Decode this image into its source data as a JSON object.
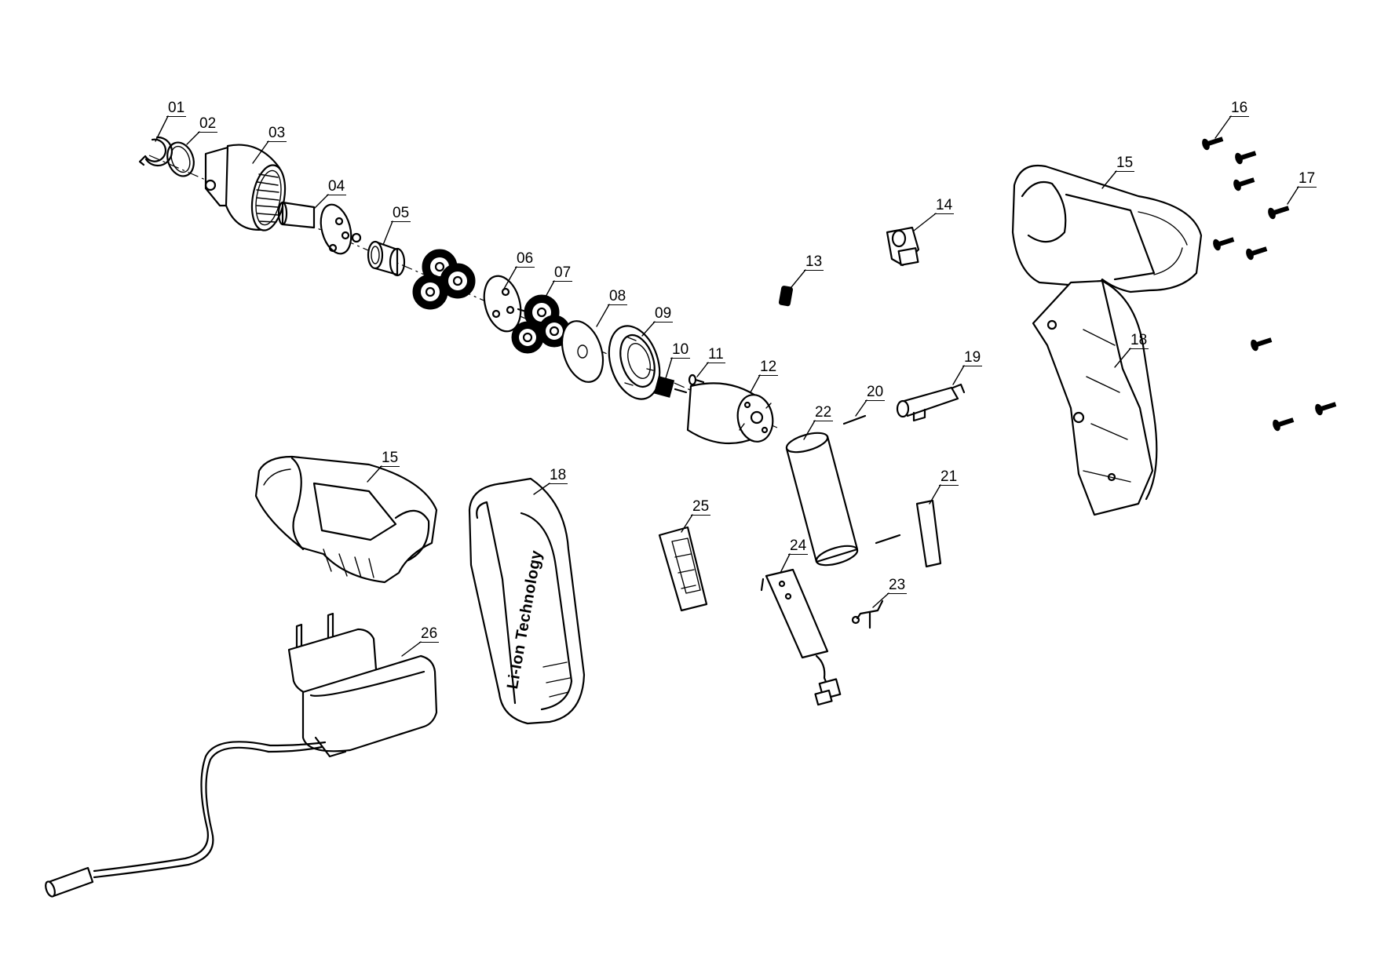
{
  "diagram": {
    "type": "exploded-parts-view",
    "callouts": [
      {
        "id": "c01",
        "label": "01"
      },
      {
        "id": "c02",
        "label": "02"
      },
      {
        "id": "c03",
        "label": "03"
      },
      {
        "id": "c04",
        "label": "04"
      },
      {
        "id": "c05",
        "label": "05"
      },
      {
        "id": "c06",
        "label": "06"
      },
      {
        "id": "c07",
        "label": "07"
      },
      {
        "id": "c08",
        "label": "08"
      },
      {
        "id": "c09",
        "label": "09"
      },
      {
        "id": "c10",
        "label": "10"
      },
      {
        "id": "c11",
        "label": "11"
      },
      {
        "id": "c12",
        "label": "12"
      },
      {
        "id": "c13",
        "label": "13"
      },
      {
        "id": "c14",
        "label": "14"
      },
      {
        "id": "c15a",
        "label": "15"
      },
      {
        "id": "c15b",
        "label": "15"
      },
      {
        "id": "c16",
        "label": "16"
      },
      {
        "id": "c17",
        "label": "17"
      },
      {
        "id": "c18a",
        "label": "18"
      },
      {
        "id": "c18b",
        "label": "18"
      },
      {
        "id": "c19",
        "label": "19"
      },
      {
        "id": "c20",
        "label": "20"
      },
      {
        "id": "c21",
        "label": "21"
      },
      {
        "id": "c22",
        "label": "22"
      },
      {
        "id": "c23",
        "label": "23"
      },
      {
        "id": "c24",
        "label": "24"
      },
      {
        "id": "c25",
        "label": "25"
      },
      {
        "id": "c26",
        "label": "26"
      }
    ],
    "handle_text": "Li-Ion Technology"
  }
}
